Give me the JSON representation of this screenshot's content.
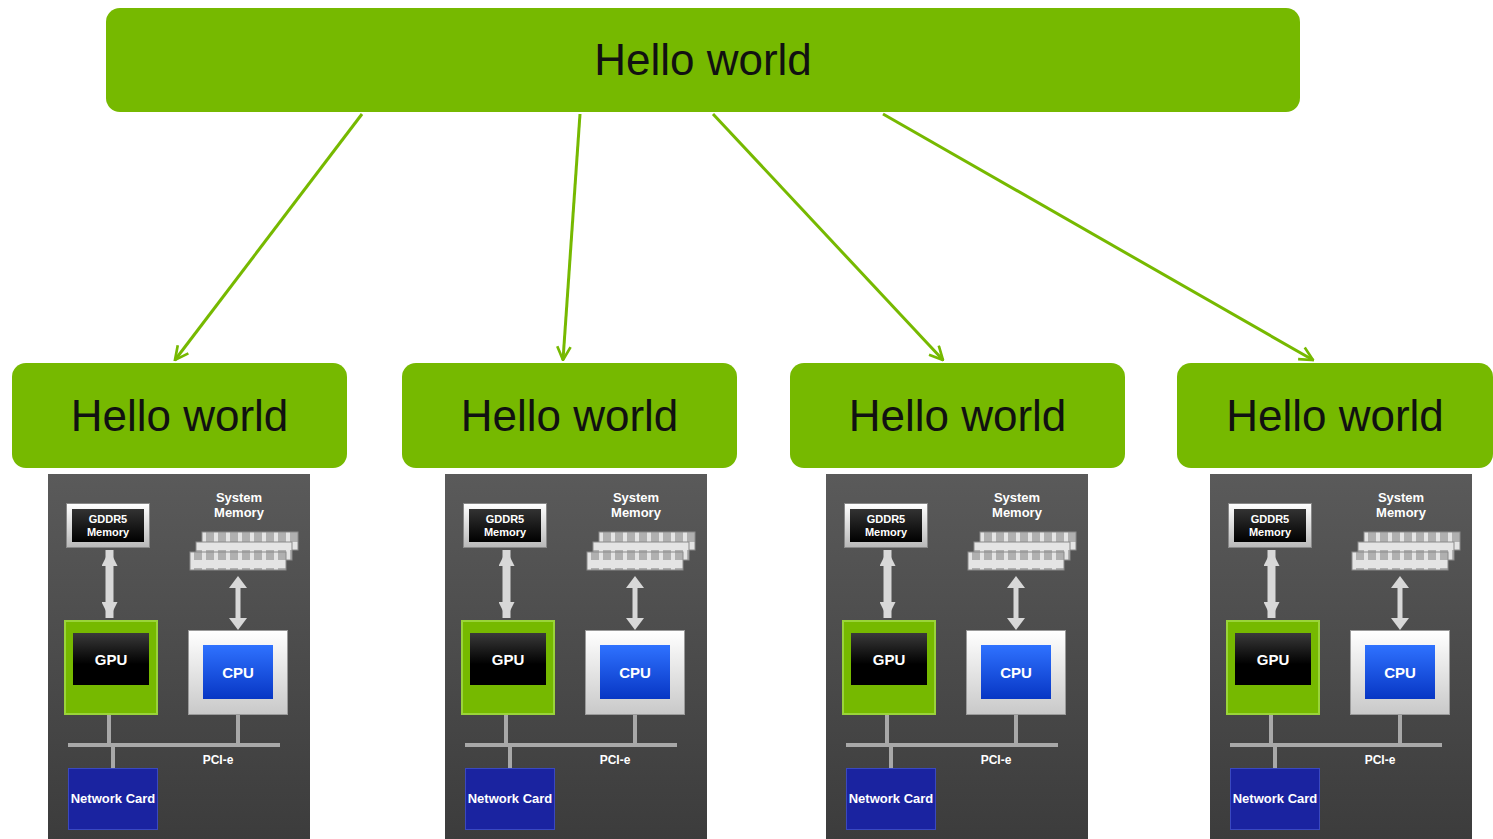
{
  "diagram": {
    "nodes": [
      {
        "text": [
          "Hello world"
        ]
      },
      {
        "text": [
          "Hello world"
        ]
      },
      {
        "text": [
          "System Memory",
          "PCI-e"
        ]
      },
      {
        "text": [
          "GDDR5 Memory"
        ],
        "in": 2
      },
      {
        "text": [
          "GPU"
        ],
        "in": 2
      },
      {
        "text": [
          "CPU"
        ],
        "in": 2
      },
      {
        "text": [
          "Network Card"
        ],
        "in": 2
      },
      {
        "text": [
          "Hello world"
        ]
      },
      {
        "text": [
          "System Memory",
          "PCI-e"
        ]
      },
      {
        "text": [
          "GDDR5 Memory"
        ],
        "in": 8
      },
      {
        "text": [
          "GPU"
        ],
        "in": 8
      },
      {
        "text": [
          "CPU"
        ],
        "in": 8
      },
      {
        "text": [
          "Network Card"
        ],
        "in": 8
      },
      {
        "text": [
          "Hello world"
        ]
      },
      {
        "text": [
          "System Memory",
          "PCI-e"
        ]
      },
      {
        "text": [
          "GDDR5 Memory"
        ],
        "in": 14
      },
      {
        "text": [
          "GPU"
        ],
        "in": 14
      },
      {
        "text": [
          "CPU"
        ],
        "in": 14
      },
      {
        "text": [
          "Network Card"
        ],
        "in": 14
      },
      {
        "text": [
          "Hello world"
        ]
      },
      {
        "text": [
          "System Memory",
          "PCI-e"
        ]
      },
      {
        "text": [
          "GDDR5 Memory"
        ],
        "in": 20
      },
      {
        "text": [
          "GPU"
        ],
        "in": 20
      },
      {
        "text": [
          "CPU"
        ],
        "in": 20
      },
      {
        "text": [
          "Network Card"
        ],
        "in": 20
      }
    ],
    "edges": [
      {
        "from": 0,
        "to": 1,
        "arrow": "to"
      },
      {
        "from": 0,
        "to": 7,
        "arrow": "to"
      },
      {
        "from": 0,
        "to": 13,
        "arrow": "to"
      },
      {
        "from": 0,
        "to": 19,
        "arrow": "to"
      },
      {
        "from": 3,
        "to": 4,
        "arrow": "both"
      },
      {
        "from": 9,
        "to": 10,
        "arrow": "both"
      },
      {
        "from": 15,
        "to": 16,
        "arrow": "both"
      },
      {
        "from": 21,
        "to": 22,
        "arrow": "both"
      }
    ]
  }
}
